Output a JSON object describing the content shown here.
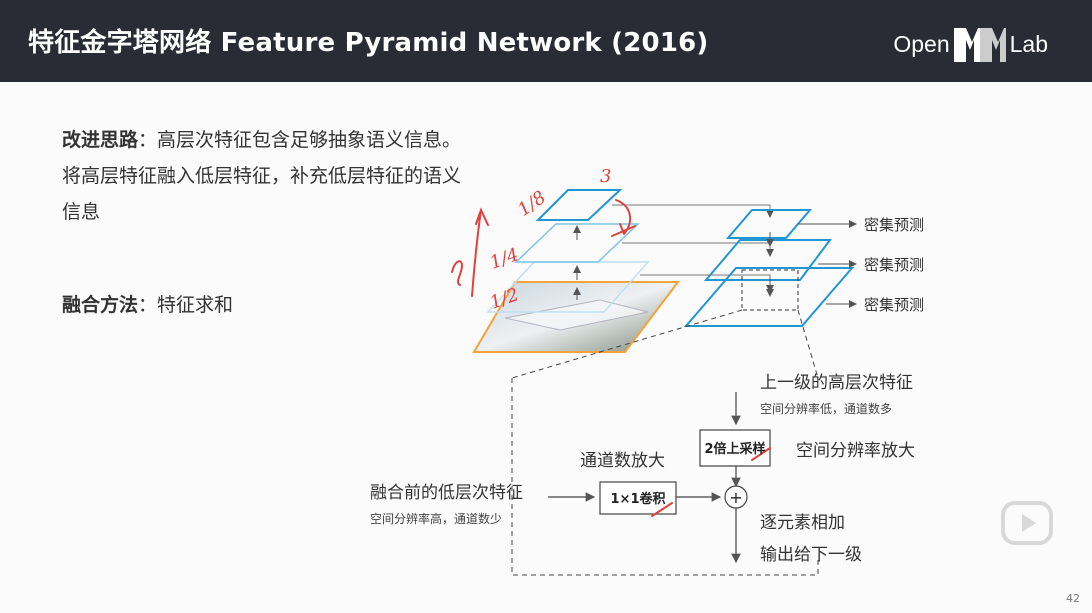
{
  "header": {
    "title": "特征金字塔网络 Feature Pyramid Network (2016)",
    "logo_left": "Open",
    "logo_right": "Lab"
  },
  "idea": {
    "label": "改进思路",
    "text": "：高层次特征包含足够抽象语义信息。将高层特征融入低层特征，补充低层特征的语义信息"
  },
  "fusion": {
    "label": "融合方法",
    "text": "：特征求和"
  },
  "pyramid": {
    "predictions": [
      "密集预测",
      "密集预测",
      "密集预测"
    ],
    "handwriting": [
      "3",
      "1/8",
      "1/4",
      "1/2"
    ]
  },
  "detail": {
    "upper_feature": "上一级的高层次特征",
    "upper_feature_sub": "空间分辨率低，通道数多",
    "upsample_box": "2倍上采样",
    "upsample_desc": "空间分辨率放大",
    "channel_expand": "通道数放大",
    "lower_feature": "融合前的低层次特征",
    "lower_feature_sub": "空间分辨率高，通道数少",
    "conv_box": "1×1卷积",
    "plus": "+",
    "elementwise": "逐元素相加",
    "output": "输出给下一级"
  },
  "page_number": "42",
  "colors": {
    "header_bg": "#2a2c35",
    "feature_map": "#2196d3",
    "highlight_orange": "#f2a33a",
    "ink_red": "#e0413c"
  }
}
